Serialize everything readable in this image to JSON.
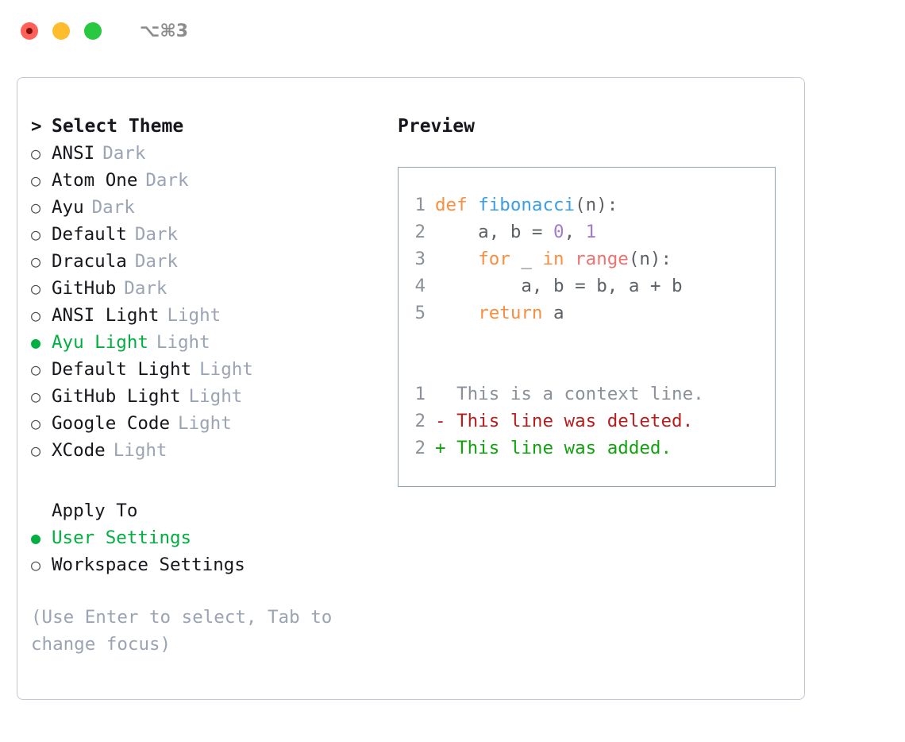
{
  "titlebar": {
    "shortcut": "⌥⌘3",
    "lights": [
      {
        "name": "close",
        "color": "#ff6058"
      },
      {
        "name": "minimize",
        "color": "#ffbd2e"
      },
      {
        "name": "maximize",
        "color": "#28c840"
      }
    ]
  },
  "theme_list": {
    "header": {
      "marker": "> ",
      "label": "Select Theme"
    },
    "items": [
      {
        "marker": "○ ",
        "label": "ANSI",
        "tag": "Dark",
        "selected": false
      },
      {
        "marker": "○ ",
        "label": "Atom One",
        "tag": "Dark",
        "selected": false
      },
      {
        "marker": "○ ",
        "label": "Ayu",
        "tag": "Dark",
        "selected": false
      },
      {
        "marker": "○ ",
        "label": "Default",
        "tag": "Dark",
        "selected": false
      },
      {
        "marker": "○ ",
        "label": "Dracula",
        "tag": "Dark",
        "selected": false
      },
      {
        "marker": "○ ",
        "label": "GitHub",
        "tag": "Dark",
        "selected": false
      },
      {
        "marker": "○ ",
        "label": "ANSI Light",
        "tag": "Light",
        "selected": false
      },
      {
        "marker": "● ",
        "label": "Ayu Light",
        "tag": "Light",
        "selected": true
      },
      {
        "marker": "○ ",
        "label": "Default Light",
        "tag": "Light",
        "selected": false
      },
      {
        "marker": "○ ",
        "label": "GitHub Light",
        "tag": "Light",
        "selected": false
      },
      {
        "marker": "○ ",
        "label": "Google Code",
        "tag": "Light",
        "selected": false
      },
      {
        "marker": "○ ",
        "label": "XCode",
        "tag": "Light",
        "selected": false
      }
    ]
  },
  "apply_to": {
    "header": {
      "marker": "  ",
      "label": "Apply To"
    },
    "items": [
      {
        "marker": "● ",
        "label": "User Settings",
        "selected": true
      },
      {
        "marker": "○ ",
        "label": "Workspace Settings",
        "selected": false
      }
    ]
  },
  "hint": "(Use Enter to select, Tab to change focus)",
  "preview": {
    "title": "Preview",
    "code": [
      {
        "ln": "1",
        "tokens": [
          {
            "t": "def ",
            "c": "kw"
          },
          {
            "t": "fibonacci",
            "c": "fn"
          },
          {
            "t": "(n):",
            "c": "plain"
          }
        ]
      },
      {
        "ln": "2",
        "tokens": [
          {
            "t": "    a, b = ",
            "c": "plain"
          },
          {
            "t": "0",
            "c": "num"
          },
          {
            "t": ", ",
            "c": "plain"
          },
          {
            "t": "1",
            "c": "num"
          }
        ]
      },
      {
        "ln": "3",
        "tokens": [
          {
            "t": "    ",
            "c": "plain"
          },
          {
            "t": "for",
            "c": "kw"
          },
          {
            "t": " _ ",
            "c": "plain"
          },
          {
            "t": "in",
            "c": "kw"
          },
          {
            "t": " ",
            "c": "plain"
          },
          {
            "t": "range",
            "c": "call"
          },
          {
            "t": "(n):",
            "c": "plain"
          }
        ]
      },
      {
        "ln": "4",
        "tokens": [
          {
            "t": "        a, b = b, a + b",
            "c": "plain"
          }
        ]
      },
      {
        "ln": "5",
        "tokens": [
          {
            "t": "    ",
            "c": "plain"
          },
          {
            "t": "return",
            "c": "kw"
          },
          {
            "t": " a",
            "c": "plain"
          }
        ]
      }
    ],
    "diff": [
      {
        "ln": "1",
        "sign": "  ",
        "text": "This is a context line.",
        "kind": "ctx"
      },
      {
        "ln": "2",
        "sign": "- ",
        "text": "This line was deleted.",
        "kind": "del"
      },
      {
        "ln": "2",
        "sign": "+ ",
        "text": "This line was added.",
        "kind": "add"
      }
    ]
  },
  "colors": {
    "accent_green": "#00af3f",
    "keyword_orange": "#fa8d3e",
    "function_blue": "#399ee6",
    "number_purple": "#a37acc",
    "call_red": "#f07171",
    "diff_delete": "#b91c1c",
    "diff_add": "#10a30e",
    "muted": "#9aa4b2",
    "line_number": "#8a9199",
    "border": "#95a2b4",
    "panel_border": "#c3c8d4"
  }
}
